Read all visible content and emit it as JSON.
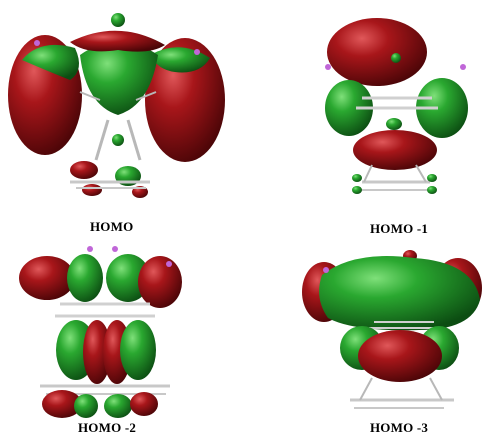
{
  "colors": {
    "positive_lobe": "#1f8a2a",
    "negative_lobe": "#8e0f12",
    "bond": "#b8b8b8",
    "atom_marker": "#c066d8"
  },
  "orbitals": [
    {
      "label": "HOMO"
    },
    {
      "label": "HOMO -1"
    },
    {
      "label": "HOMO -2"
    },
    {
      "label": "HOMO -3"
    }
  ]
}
